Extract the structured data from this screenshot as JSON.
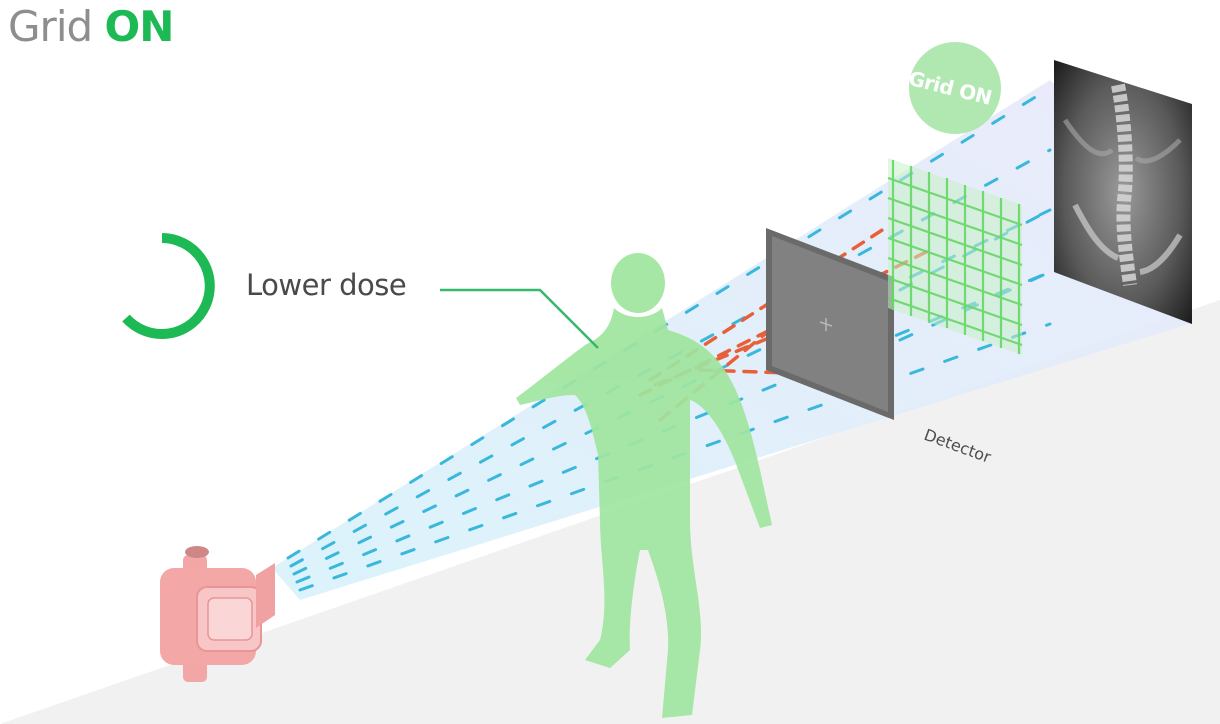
{
  "title": {
    "word1": "Grid",
    "word2": "ON"
  },
  "dose_label": "Lower dose",
  "badge": "Grid ON",
  "detector_label": "Detector",
  "colors": {
    "accent_green": "#1db954",
    "title_gray": "#8e8e8e",
    "primary_ray": "#3ab8dc",
    "scatter_ray": "#e8603a",
    "body": "#9fe59f",
    "tube": "#f4a7a7",
    "detector": "#6f6f6f",
    "grid_lines": "#67d667"
  },
  "icons": {
    "dose": "dose-arc-icon",
    "tube": "xray-tube-icon",
    "grid": "antiscatter-grid-icon",
    "xray": "spine-xray-image-icon"
  }
}
